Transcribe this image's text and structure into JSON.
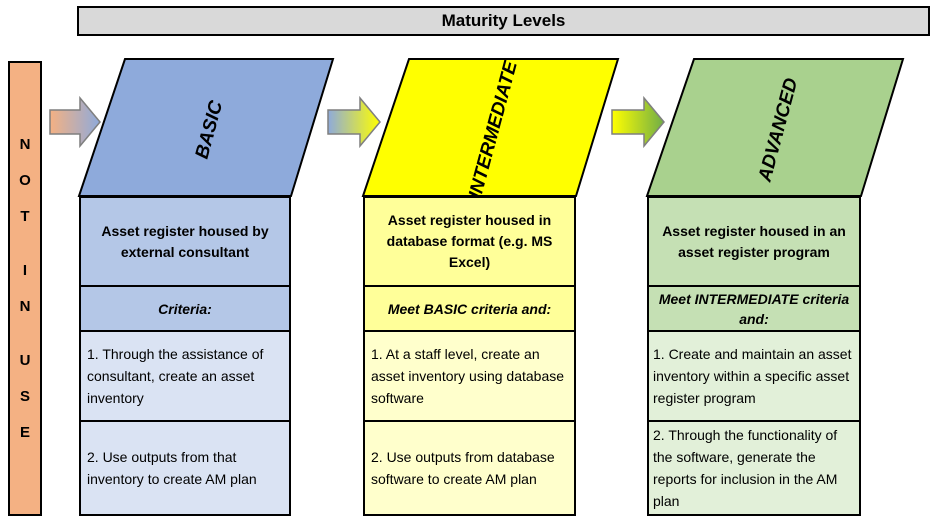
{
  "header": {
    "title": "Maturity Levels"
  },
  "not_in_use": {
    "lines": [
      "N",
      "O",
      "T",
      "",
      "I",
      "N",
      "",
      "U",
      "S",
      "E"
    ]
  },
  "levels": [
    {
      "title": "BASIC",
      "description": "Asset register housed by external consultant",
      "criteria": "Criteria:",
      "items": [
        "1. Through the assistance of consultant, create an asset inventory",
        "2. Use outputs from that inventory to create AM plan"
      ],
      "colors": {
        "parallelogram": "#8eaadb",
        "description": "#b4c7e7",
        "criteria": "#b4c7e7",
        "items": "#dae3f3"
      }
    },
    {
      "title": "INTERMEDIATE",
      "description": "Asset register housed in database format (e.g. MS Excel)",
      "criteria": "Meet BASIC criteria and:",
      "items": [
        "1. At a staff level, create an asset inventory using database software",
        "2. Use outputs from database software to create AM plan"
      ],
      "colors": {
        "parallelogram": "#ffff00",
        "description": "#ffff99",
        "criteria": "#ffff99",
        "items": "#ffffcc"
      }
    },
    {
      "title": "ADVANCED",
      "description": "Asset register housed in an asset register program",
      "criteria": "Meet INTERMEDIATE criteria and:",
      "items": [
        "1. Create and maintain an asset inventory within a specific asset register program",
        "2. Through the functionality of the software, generate the reports for inclusion in the AM plan"
      ],
      "colors": {
        "parallelogram": "#a9d18e",
        "description": "#c5e0b4",
        "criteria": "#c5e0b4",
        "items": "#e2f0d9"
      }
    }
  ]
}
